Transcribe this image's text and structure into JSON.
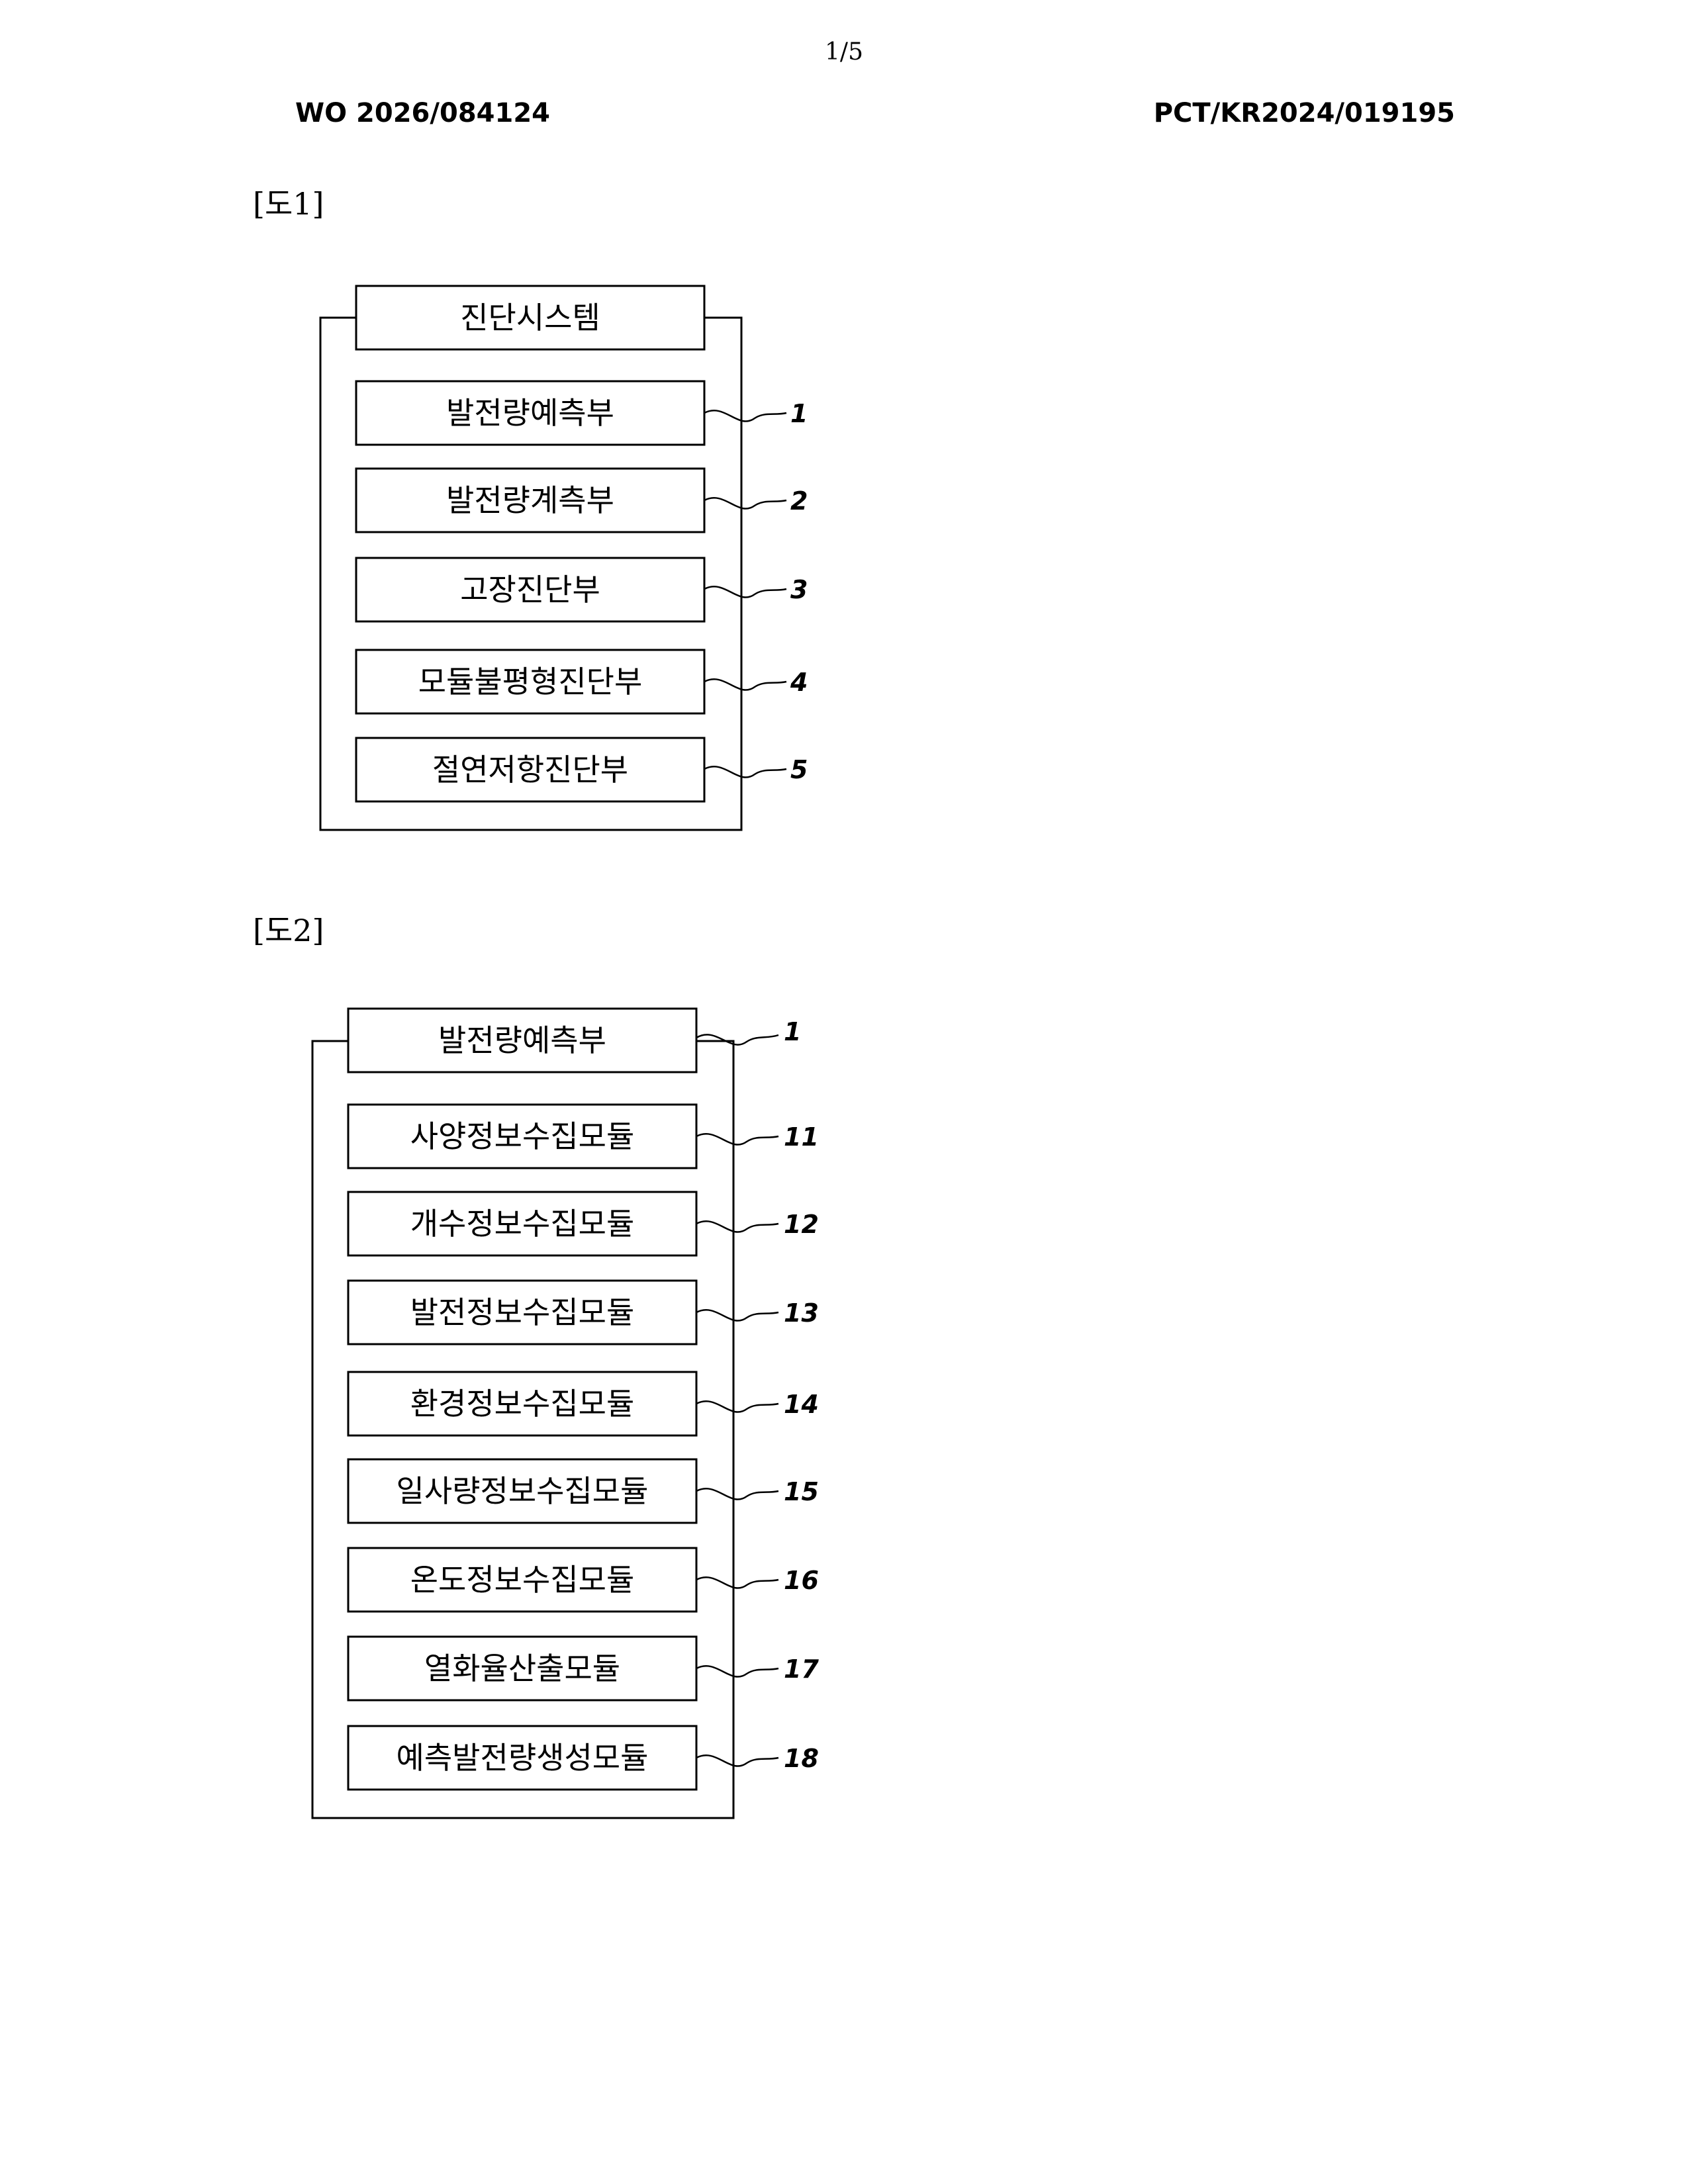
{
  "page": {
    "number": "1/5",
    "publication_number": "WO 2026/084124",
    "application_number": "PCT/KR2024/019195"
  },
  "figures": [
    {
      "label": "[도1]",
      "title_box": "진단시스템",
      "blocks": [
        {
          "text": "발전량예측부",
          "ref": "1"
        },
        {
          "text": "발전량계측부",
          "ref": "2"
        },
        {
          "text": "고장진단부",
          "ref": "3"
        },
        {
          "text": "모듈불평형진단부",
          "ref": "4"
        },
        {
          "text": "절연저항진단부",
          "ref": "5"
        }
      ]
    },
    {
      "label": "[도2]",
      "title_box": "발전량예측부",
      "title_ref": "1",
      "blocks": [
        {
          "text": "사양정보수집모듈",
          "ref": "11"
        },
        {
          "text": "개수정보수집모듈",
          "ref": "12"
        },
        {
          "text": "발전정보수집모듈",
          "ref": "13"
        },
        {
          "text": "환경정보수집모듈",
          "ref": "14"
        },
        {
          "text": "일사량정보수집모듈",
          "ref": "15"
        },
        {
          "text": "온도정보수집모듈",
          "ref": "16"
        },
        {
          "text": "열화율산출모듈",
          "ref": "17"
        },
        {
          "text": "예측발전량생성모듈",
          "ref": "18"
        }
      ]
    }
  ]
}
